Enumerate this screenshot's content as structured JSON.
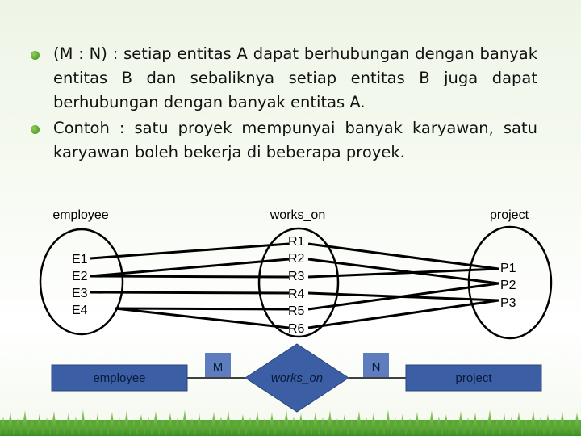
{
  "bullets": [
    "(M : N) :  setiap entitas A dapat berhubungan dengan banyak entitas B dan sebaliknya setiap entitas B juga dapat berhubungan dengan banyak entitas A.",
    "Contoh : satu proyek mempunyai banyak karyawan, satu karyawan boleh bekerja di beberapa proyek."
  ],
  "diagram": {
    "sets": {
      "employee": "employee",
      "relationship": "works_on",
      "project": "project"
    },
    "employees": [
      "E1",
      "E2",
      "E3",
      "E4"
    ],
    "relations": [
      "R1",
      "R2",
      "R3",
      "R4",
      "R5",
      "R6"
    ],
    "projects": [
      "P1",
      "P2",
      "P3"
    ],
    "er": {
      "left_entity": "employee",
      "relationship": "works_on",
      "right_entity": "project",
      "left_cardinality": "M",
      "right_cardinality": "N"
    }
  },
  "colors": {
    "entity_fill": "#3b5ea4",
    "cardinality_fill": "#5d7dbf",
    "bullet": "#4a9a24"
  }
}
